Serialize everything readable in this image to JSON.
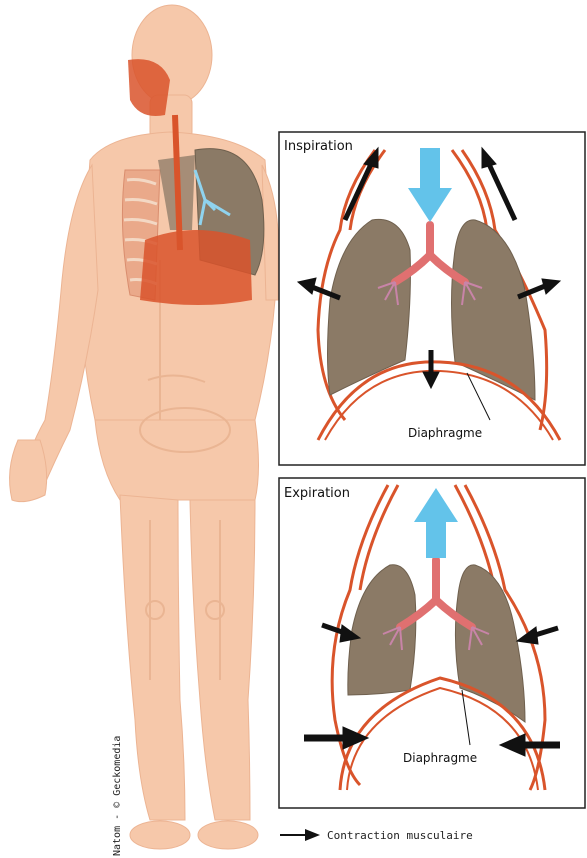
{
  "panels": {
    "inspiration": {
      "title": "Inspiration",
      "diaphragm_label": "Diaphragme"
    },
    "expiration": {
      "title": "Expiration",
      "diaphragm_label": "Diaphragme"
    }
  },
  "legend": {
    "text": "Contraction musculaire"
  },
  "credit": {
    "text": "Natom - © Geckomedia"
  },
  "colors": {
    "skin": "#f6c8aa",
    "lung": "#8b7a66",
    "muscle": "#d9542b",
    "airway": "#e07070",
    "airflow": "#63c3ea",
    "arrow": "#111111"
  }
}
